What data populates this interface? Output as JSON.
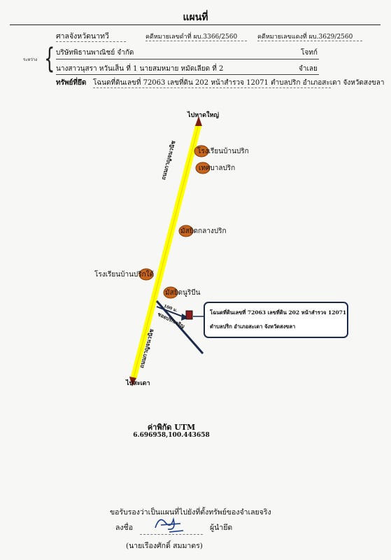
{
  "header": {
    "title": "แผนที่",
    "court": "ศาลจังหวัดนาทวี",
    "black_case_label": "คดีหมายเลขดำที่",
    "black_case_no": "ผบ.3366/2560",
    "red_case_label": "คดีหมายเลขแดงที่",
    "red_case_no": "ผบ.3629/2560"
  },
  "parties": {
    "side_label": "ระหว่าง",
    "plaintiff": "บริษัทพิธานพาณิชย์ จำกัด",
    "plaintiff_role": "โจทก์",
    "defendants": "นางสาวนุสรา หวันเส็น ที่ 1  นายสมหมาย หมัดเลียด ที่ 2",
    "defendant_role": "จำเลย"
  },
  "property": {
    "label": "ทรัพย์ที่ยึด",
    "detail": "โฉนดที่ดินเลขที่ 72063  เลขที่ดิน 202 หน้าสำรวจ 12071 ตำบลปริก อำเภอสะเดา จังหวัดสงขลา"
  },
  "map": {
    "north_label": "ไปหาดใหญ่",
    "south_label": "ไปสะเดา",
    "road_label_upper": "ถนนกาญจนวนิช",
    "road_label_lower": "ถนนกาญจนวนิช",
    "side_road_distance": "100 ม.",
    "side_road_name": "ซอยปริกเจริญ",
    "landmarks": [
      "โรงเรียนบ้านปริก",
      "เทศบาลปริก",
      "มัสยิดกลางปริก",
      "โรงเรียนบ้านปริกใต้",
      "มัสยิดนูริบีน"
    ],
    "callout_line1": "โฉนดที่ดินเลขที่ 72063  เลขที่ดิน 202 หน้าสำรวจ 12071",
    "callout_line2": "ตำบลปริก อำเภอสะเดา จังหวัดสงขลา",
    "road_color": "#ffff00",
    "marker_color": "#c8651b",
    "plot_color": "#8b1a1a",
    "callout_border": "#1b2a4a"
  },
  "utm": {
    "label": "ค่าพิกัด UTM",
    "value": "6.696958,100.443658"
  },
  "certification": {
    "statement": "ขอรับรองว่าเป็นแผนที่ไปยังที่ตั้งทรัพย์ของจำเลยจริง",
    "sign_prefix": "ลงชื่อ",
    "signer_role": "ผู้นำยึด",
    "signer_name": "(นายเรืองศักดิ์  สมมาตร)"
  }
}
